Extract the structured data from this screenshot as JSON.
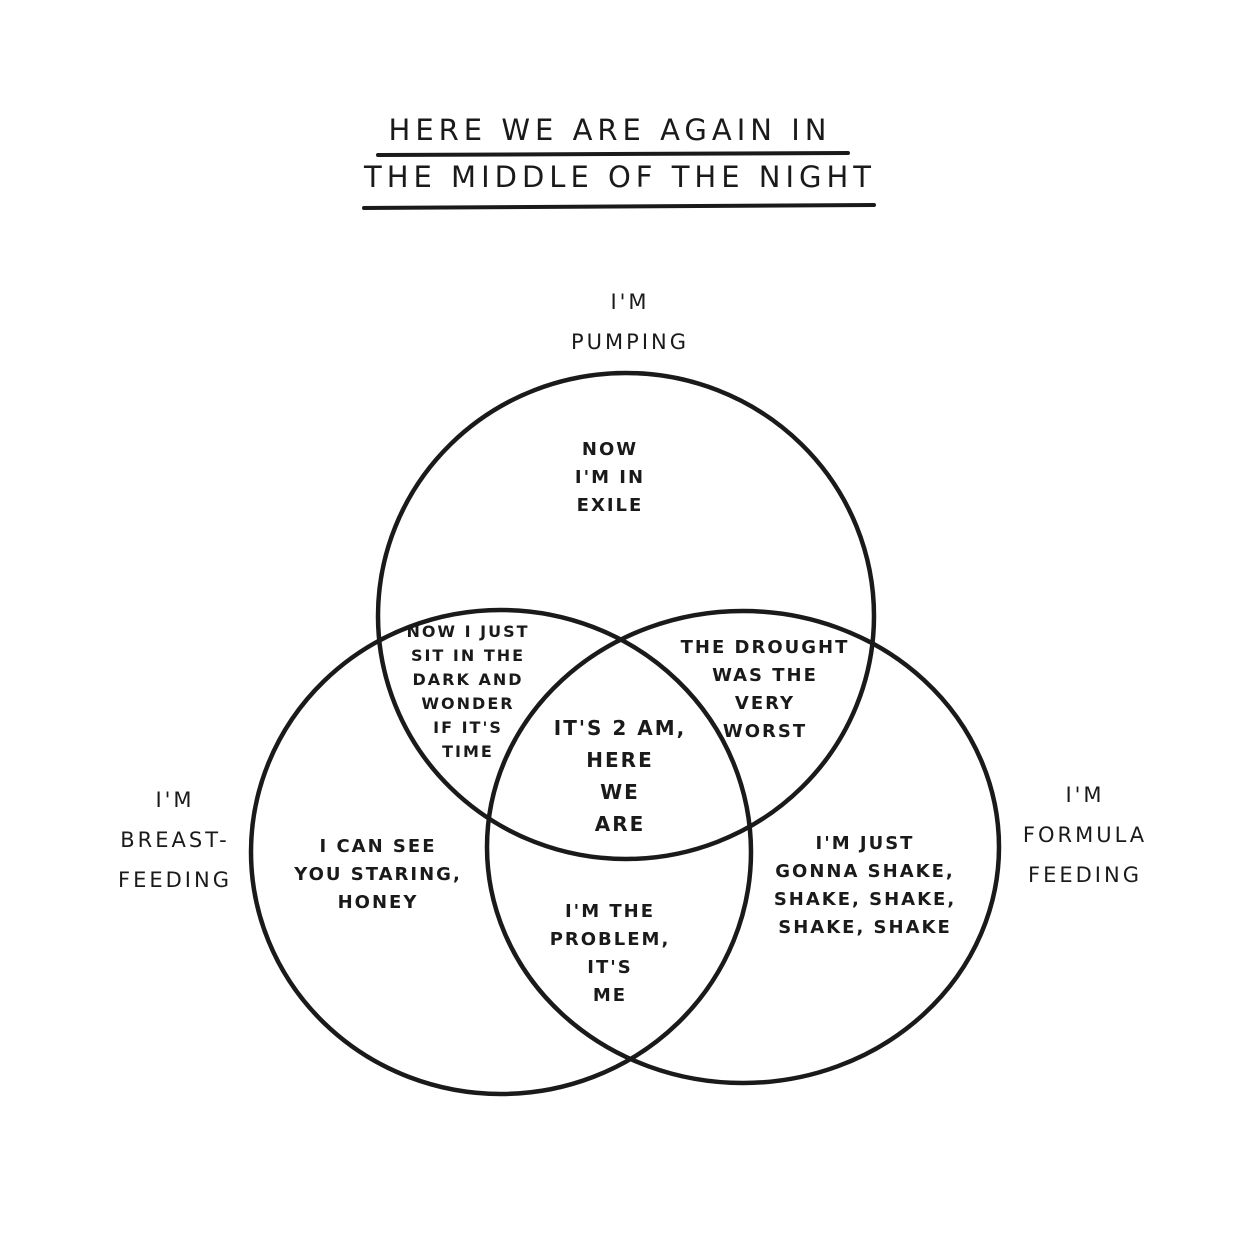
{
  "title": {
    "line1": "Here we are again in",
    "line2": "the middle of the night"
  },
  "sets": {
    "top": "I'm\npumping",
    "left": "I'm\nbreast-\nfeeding",
    "right": "I'm\nformula\nfeeding"
  },
  "regions": {
    "top_only": "now\nI'm in\nexile",
    "top_left": "now I just\nsit in the\ndark and\nwonder\nif it's\ntime",
    "top_right": "the drought\nwas the\nvery\nworst",
    "center": "It's 2 am,\nhere\nwe\nare",
    "left_only": "I can see\nyou staring,\nhoney",
    "left_right": "I'm the\nproblem,\nit's\nme",
    "right_only": "I'm just\ngonna shake,\nshake, shake,\nshake, shake"
  }
}
